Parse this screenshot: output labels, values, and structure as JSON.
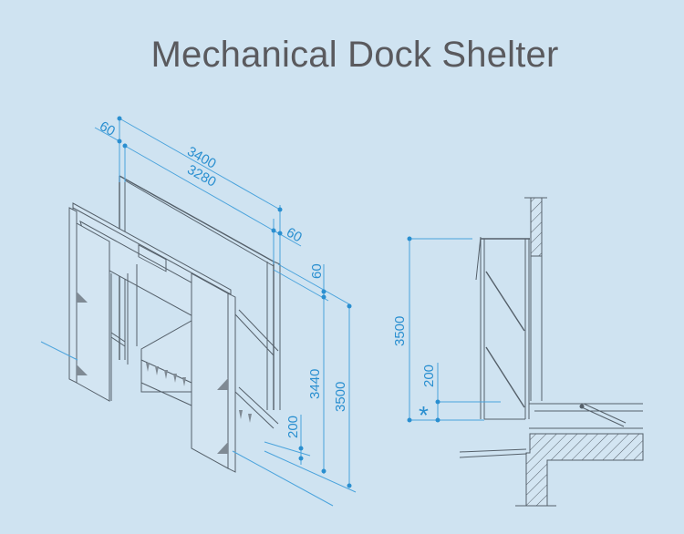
{
  "title": "Mechanical Dock Shelter",
  "colors": {
    "background": "#cfe3f1",
    "title": "#5a5a5e",
    "dimension": "#2a8fd0",
    "outline": "#55606a"
  },
  "isometric_view": {
    "dimensions": {
      "top_offset_left": "60",
      "outer_width": "3400",
      "inner_width": "3280",
      "top_offset_right": "60",
      "right_offset": "60",
      "inner_height": "3440",
      "outer_height": "3500",
      "bottom_offset": "200"
    }
  },
  "side_view": {
    "dimensions": {
      "height": "3500",
      "bottom_offset": "200",
      "marker": "*"
    }
  }
}
